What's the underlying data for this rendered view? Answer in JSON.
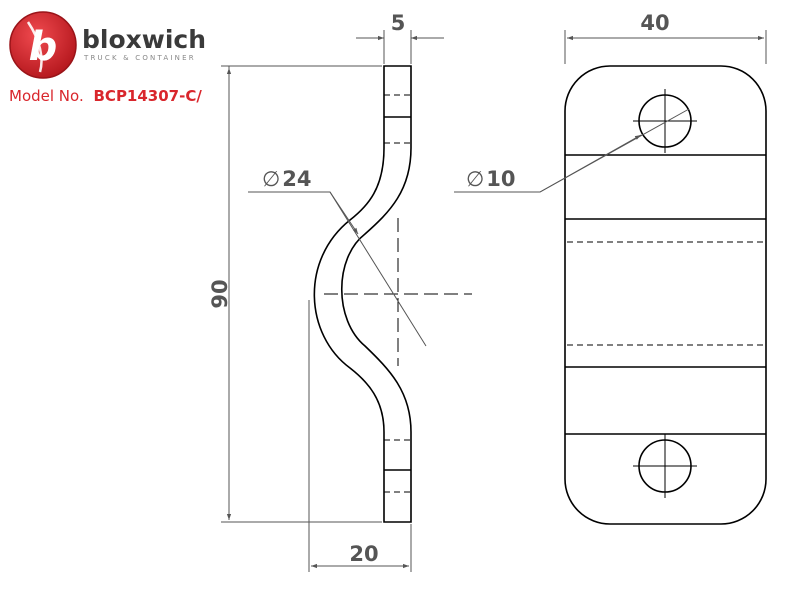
{
  "logo": {
    "name": "bloxwich",
    "tagline": "TRUCK & CONTAINER",
    "badge_letter": "b",
    "colors": {
      "badge": "#d9262c",
      "badge_dark": "#a9151b",
      "wordmark": "#3a3a3a",
      "tagline": "#888888"
    }
  },
  "model": {
    "label": "Model No.",
    "number": "BCP14307-C/",
    "color": "#d9262c"
  },
  "drawing": {
    "side_view": {
      "thickness": "5",
      "curve_diameter": "24",
      "height": "90",
      "depth": "20"
    },
    "front_view": {
      "width": "40",
      "hole_diameter": "10"
    },
    "diameter_symbol": "∅",
    "colors": {
      "outline": "#000000",
      "dimension": "#555555"
    }
  }
}
